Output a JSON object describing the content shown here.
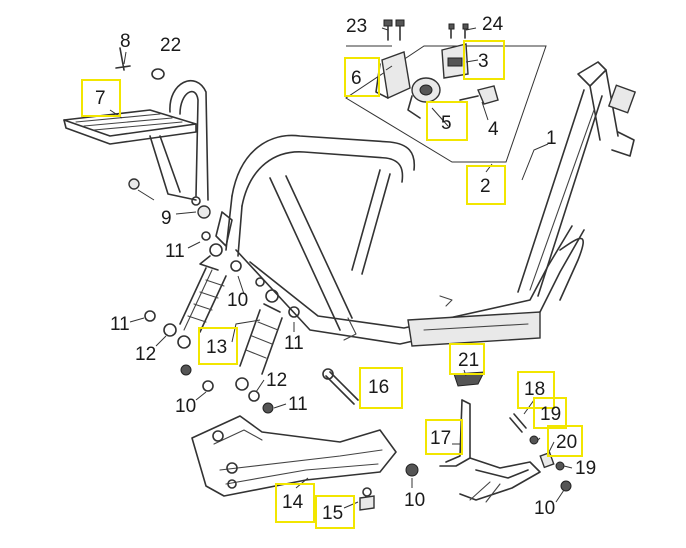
{
  "callouts": [
    {
      "id": "c1",
      "text": "1"
    },
    {
      "id": "c2",
      "text": "2"
    },
    {
      "id": "c3",
      "text": "3"
    },
    {
      "id": "c4",
      "text": "4"
    },
    {
      "id": "c5",
      "text": "5"
    },
    {
      "id": "c6",
      "text": "6"
    },
    {
      "id": "c7",
      "text": "7"
    },
    {
      "id": "c8",
      "text": "8"
    },
    {
      "id": "c9",
      "text": "9"
    },
    {
      "id": "c10a",
      "text": "10"
    },
    {
      "id": "c10b",
      "text": "10"
    },
    {
      "id": "c10c",
      "text": "10"
    },
    {
      "id": "c10d",
      "text": "10"
    },
    {
      "id": "c11a",
      "text": "11"
    },
    {
      "id": "c11b",
      "text": "11"
    },
    {
      "id": "c11c",
      "text": "11"
    },
    {
      "id": "c11d",
      "text": "11"
    },
    {
      "id": "c12a",
      "text": "12"
    },
    {
      "id": "c12b",
      "text": "12"
    },
    {
      "id": "c13",
      "text": "13"
    },
    {
      "id": "c14",
      "text": "14"
    },
    {
      "id": "c15",
      "text": "15"
    },
    {
      "id": "c16",
      "text": "16"
    },
    {
      "id": "c17",
      "text": "17"
    },
    {
      "id": "c18",
      "text": "18"
    },
    {
      "id": "c19a",
      "text": "19"
    },
    {
      "id": "c19b",
      "text": "19"
    },
    {
      "id": "c20",
      "text": "20"
    },
    {
      "id": "c21",
      "text": "21"
    },
    {
      "id": "c22",
      "text": "22"
    },
    {
      "id": "c23",
      "text": "23"
    },
    {
      "id": "c24",
      "text": "24"
    }
  ],
  "highlighted_parts": [
    "2",
    "3",
    "5",
    "6",
    "7",
    "13",
    "14",
    "15",
    "16",
    "17",
    "18",
    "19",
    "20",
    "21"
  ],
  "colors": {
    "highlight": "#f2e600",
    "line": "#333333",
    "text": "#1a1a1a"
  }
}
